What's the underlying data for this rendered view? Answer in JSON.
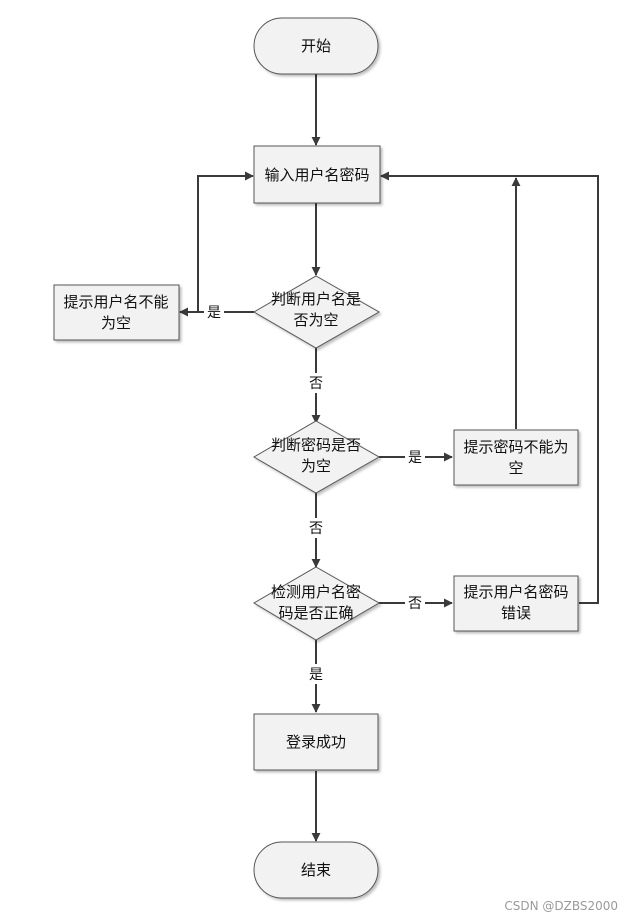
{
  "nodes": {
    "start": {
      "label": "开始"
    },
    "input_credentials": {
      "label": "输入用户名密码"
    },
    "check_username_empty": {
      "line1": "判断用户名是",
      "line2": "否为空"
    },
    "prompt_username_empty": {
      "line1": "提示用户名不能",
      "line2": "为空"
    },
    "check_password_empty": {
      "line1": "判断密码是否",
      "line2": "为空"
    },
    "prompt_password_empty": {
      "line1": "提示密码不能为",
      "line2": "空"
    },
    "verify_credentials": {
      "line1": "检测用户名密",
      "line2": "码是否正确"
    },
    "prompt_credentials_wrong": {
      "line1": "提示用户名密码",
      "line2": "错误"
    },
    "login_success": {
      "label": "登录成功"
    },
    "end": {
      "label": "结束"
    }
  },
  "edge_labels": {
    "username_empty_yes": "是",
    "username_empty_no": "否",
    "password_empty_yes": "是",
    "password_empty_no": "否",
    "verify_no": "否",
    "verify_yes": "是"
  },
  "watermark": "CSDN @DZBS2000",
  "colors": {
    "box_fill": "#f2f2f2",
    "box_stroke": "#555555",
    "line": "#3a3a3a",
    "text": "#111111"
  }
}
